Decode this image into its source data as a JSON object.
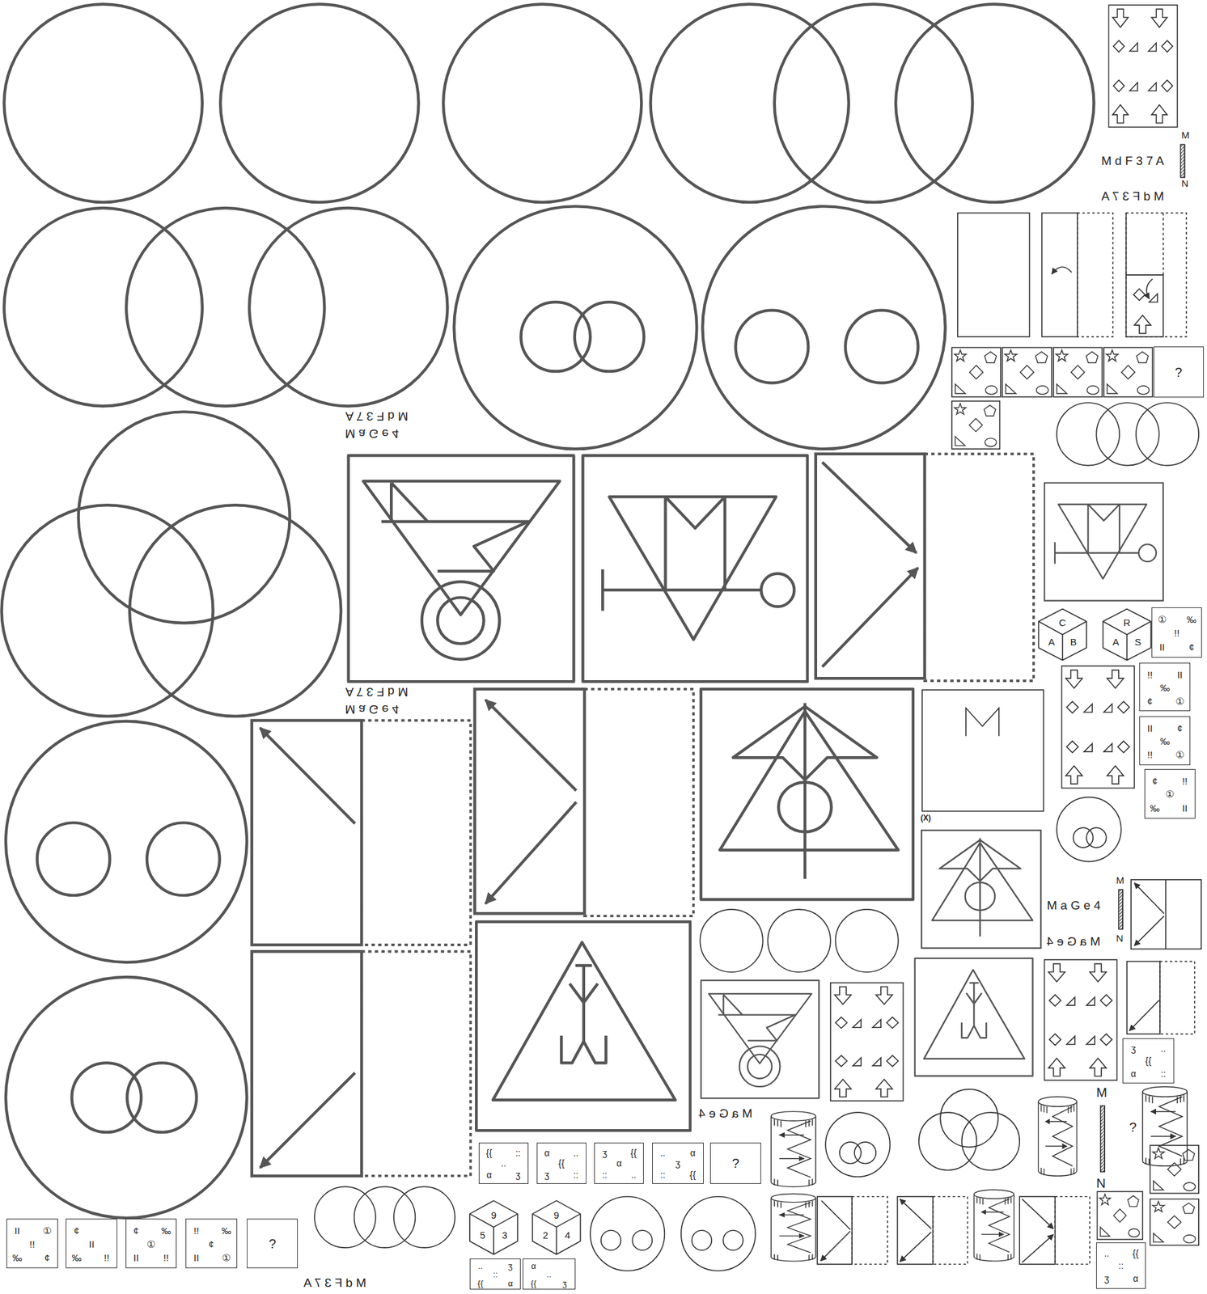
{
  "diagram": {
    "nodes": [
      {
        "text": [
          "?"
        ]
      },
      {
        "text": [
          "C",
          "A",
          "B"
        ]
      },
      {
        "text": [
          "R",
          "A",
          "S"
        ]
      },
      {
        "text": [
          "①",
          "‰",
          "!!",
          "II",
          "¢"
        ]
      },
      {
        "text": [
          "!!",
          "II",
          "‰",
          "¢",
          "①"
        ]
      },
      {
        "text": [
          "II",
          "¢",
          "‰",
          "!!",
          "①"
        ]
      },
      {
        "text": [
          "¢",
          "!!",
          "①",
          "‰",
          "II"
        ]
      },
      {
        "text": [
          "ʒ",
          "..",
          "{{",
          "α",
          "::"
        ]
      },
      {
        "text": [
          "{{",
          "::",
          "..",
          "α",
          "ʒ"
        ]
      },
      {
        "text": [
          "α",
          "..",
          "{{",
          "ʒ",
          "::"
        ]
      },
      {
        "text": [
          "ʒ",
          "{{",
          "α",
          "::",
          ".."
        ]
      },
      {
        "text": [
          "..",
          "α",
          "ʒ",
          "::",
          "{{"
        ]
      },
      {
        "text": [
          "?"
        ]
      },
      {
        "text": [
          "II",
          "①",
          "!!",
          "‰",
          "¢"
        ]
      },
      {
        "text": [
          "¢",
          "II",
          "‰",
          "!!"
        ]
      },
      {
        "text": [
          "¢",
          "‰",
          "①",
          "II",
          "!!"
        ]
      },
      {
        "text": [
          "!!",
          "‰",
          "¢",
          "II",
          "①"
        ]
      },
      {
        "text": [
          "?"
        ]
      },
      {
        "text": [
          "9",
          "5",
          "3"
        ]
      },
      {
        "text": [
          "9",
          "2",
          "4"
        ]
      },
      {
        "text": [
          "..",
          "ʒ",
          "::",
          "{{",
          "α"
        ]
      },
      {
        "text": [
          "α",
          "..",
          "{{",
          "ʒ"
        ]
      },
      {
        "text": [
          "..",
          "{{",
          "::",
          "ʒ",
          "α"
        ]
      }
    ],
    "labels": [
      "M d F 3 7 A",
      "M",
      "N",
      "M d F 3 7 A",
      "M d F 3 7 A",
      "M a G e 4",
      "M d F 3 7 A",
      "M a G e 4",
      "(X)",
      "M",
      "M a G e 4",
      "N",
      "M a G e 4",
      "M a G e 4",
      "M",
      "?",
      "N",
      "M d F 3 7 A"
    ]
  }
}
